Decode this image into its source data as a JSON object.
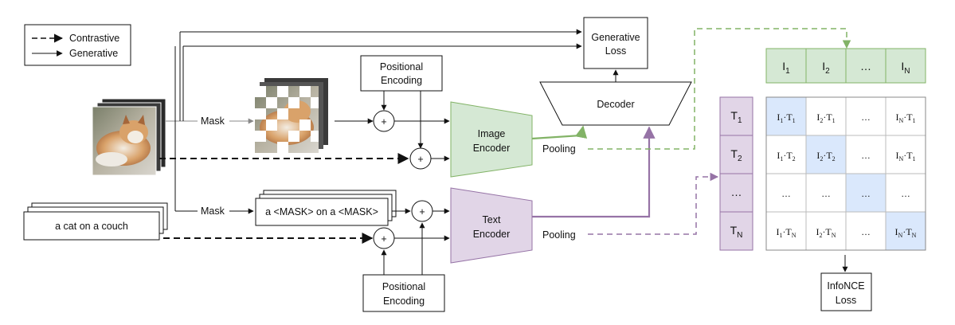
{
  "legend": {
    "contrastive": "Contrastive",
    "generative": "Generative"
  },
  "labels": {
    "mask_image": "Mask",
    "mask_text": "Mask",
    "pooling_image": "Pooling",
    "pooling_text": "Pooling",
    "generative_loss": [
      "Generative",
      "Loss"
    ],
    "decoder": "Decoder",
    "image_encoder": [
      "Image",
      "Encoder"
    ],
    "text_encoder": [
      "Text",
      "Encoder"
    ],
    "positional_encoding_top": [
      "Positional",
      "Encoding"
    ],
    "positional_encoding_bottom": [
      "Positional",
      "Encoding"
    ],
    "input_text": "a cat on a couch",
    "masked_text": "a <MASK> on a <MASK>",
    "infonce_loss": [
      "InfoNCE",
      "Loss"
    ],
    "plus": "+"
  },
  "image_embeddings": [
    {
      "base": "I",
      "sub": "1"
    },
    {
      "base": "I",
      "sub": "2"
    },
    {
      "base": "…",
      "sub": ""
    },
    {
      "base": "I",
      "sub": "N"
    }
  ],
  "text_embeddings": [
    {
      "base": "T",
      "sub": "1"
    },
    {
      "base": "T",
      "sub": "2"
    },
    {
      "base": "…",
      "sub": ""
    },
    {
      "base": "T",
      "sub": "N"
    }
  ],
  "similarity_matrix": [
    [
      {
        "i": "1",
        "t": "1"
      },
      {
        "i": "2",
        "t": "1"
      },
      {
        "dots": "…"
      },
      {
        "i": "N",
        "t": "1"
      }
    ],
    [
      {
        "i": "1",
        "t": "2"
      },
      {
        "i": "2",
        "t": "2"
      },
      {
        "dots": "…"
      },
      {
        "i": "N",
        "t": "1"
      }
    ],
    [
      {
        "dots": "…"
      },
      {
        "dots": "…"
      },
      {
        "dots": "…"
      },
      {
        "dots": "…"
      }
    ],
    [
      {
        "i": "1",
        "t": "N"
      },
      {
        "i": "2",
        "t": "N"
      },
      {
        "dots": "…"
      },
      {
        "i": "N",
        "t": "N"
      }
    ]
  ],
  "colors": {
    "image_green": "#d5e8d4",
    "image_green_stroke": "#82b366",
    "text_purple": "#e1d5e7",
    "text_purple_stroke": "#9673a6",
    "diagonal_blue": "#dae8fc",
    "green_line": "#82b366",
    "purple_line": "#9673a6"
  }
}
